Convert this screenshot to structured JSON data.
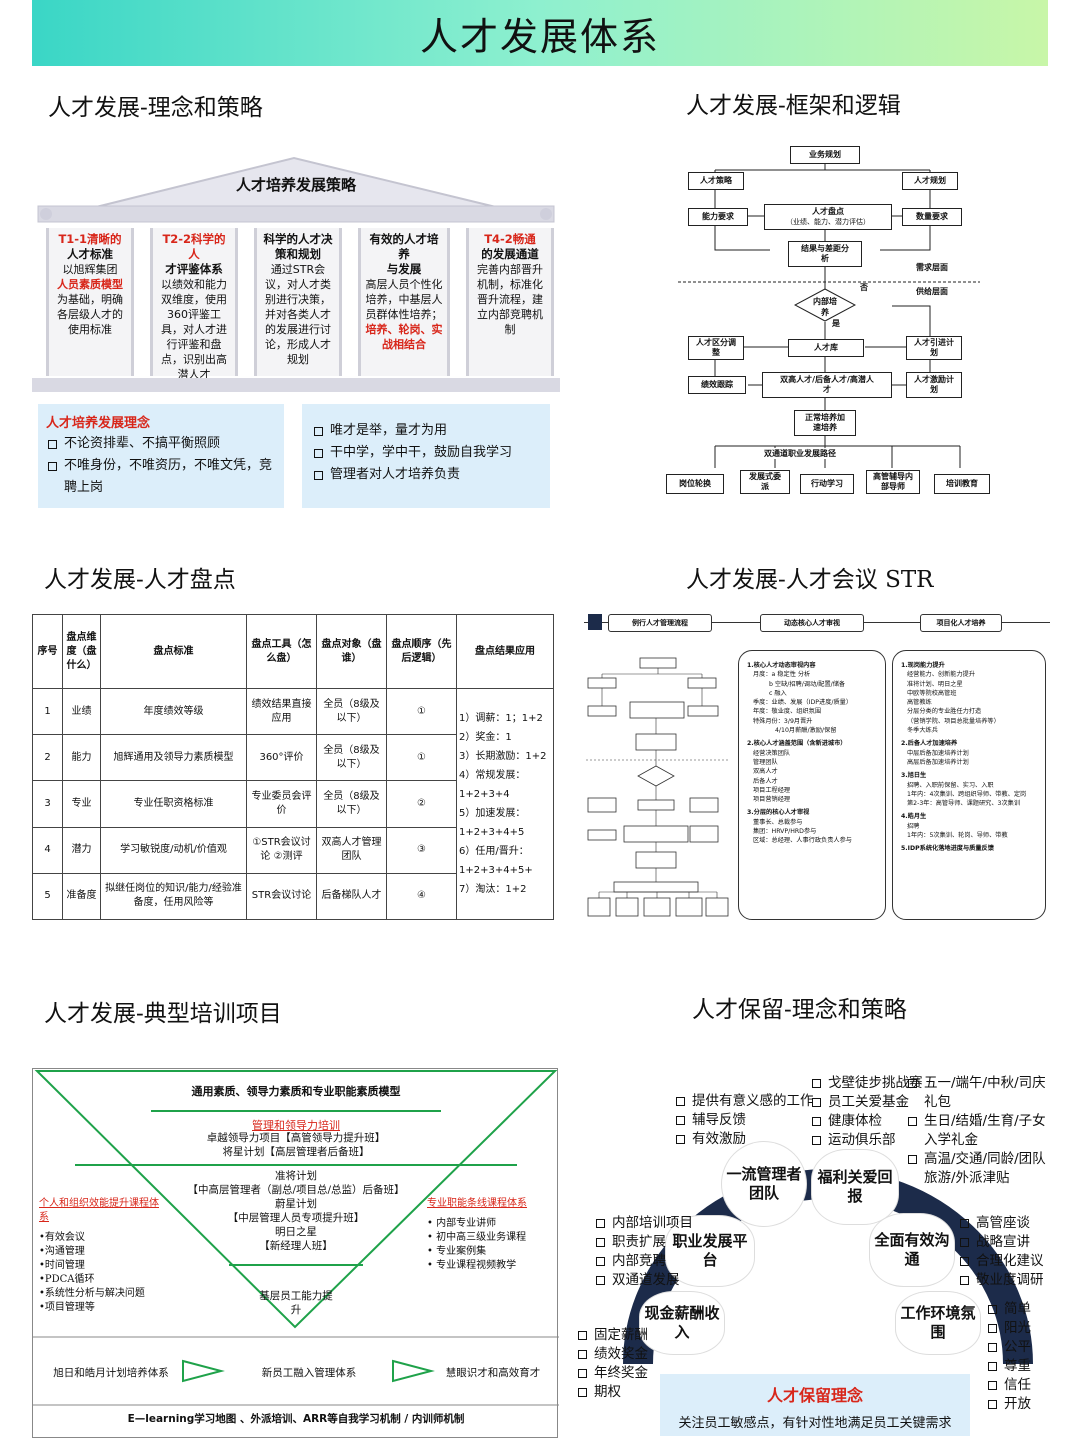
{
  "title": "人才发展体系",
  "sections": {
    "s1": "人才发展-理念和策略",
    "s2": "人才发展-框架和逻辑",
    "s3": "人才发展-人才盘点",
    "s4": "人才发展-人才会议 STR",
    "s5": "人才发展-典型培训项目",
    "s6": "人才保留-理念和策略"
  },
  "strategy": {
    "roof": "人才培养发展策略",
    "cols": [
      {
        "h1": "T1-1清晰的",
        "h2": "人才标准",
        "t1": "以旭辉集团",
        "r": "人员素质模型",
        "t2": "为基础，明确各层级人才的使用标准"
      },
      {
        "h1": "T2-2科学的人",
        "h2": "才评鉴体系",
        "t1": "以绩效和能力双维度，使用360评鉴工具，对人才进行评鉴和盘点，识别出高潜人才",
        "r": "",
        "t2": ""
      },
      {
        "h1": "科学的人才决",
        "h2": "策和规划",
        "t1": "通过STR会议，对人才类别进行决策，并对各类人才的发展进行讨论，形成人才规划",
        "r": "",
        "t2": ""
      },
      {
        "h1": "有效的人才培养",
        "h2": "与发展",
        "t1": "高层人员个性化培养，中基层人员群体性培养；",
        "r": "培养、轮岗、实战相结合",
        "t2": ""
      },
      {
        "h1": "T4-2畅通",
        "h2": "的发展通道",
        "t1": "完善内部晋升机制，标准化晋升流程，建立内部竞聘机制",
        "r": "",
        "t2": ""
      }
    ],
    "concept_title": "人才培养发展理念",
    "concept_left": [
      "不论资排辈、不搞平衡照顾",
      "不唯身份，不唯资历，不唯文凭，竞聘上岗"
    ],
    "concept_right": [
      "唯才是举，量才为用",
      "干中学，学中干，鼓励自我学习",
      "管理者对人才培养负责"
    ]
  },
  "flow": {
    "biz": "业务规划",
    "strategy": "人才策略",
    "plan": "人才规划",
    "ability": "能力要求",
    "inventory": "人才盘点",
    "inventory_sub": "（业绩、能力、潜力评估）",
    "qty": "数量要求",
    "gap": "结果与差距分析",
    "demand": "需求层面",
    "supply": "供给层面",
    "no": "否",
    "yes": "是",
    "inner": "内部培养",
    "classify": "人才区分调整",
    "pool": "人才库",
    "intro": "人才引进计划",
    "perf": "绩效跟踪",
    "dual": "双高人才/后备人才/高潜人才",
    "incent": "人才激励计划",
    "normal": "正常培养加速培养",
    "dual_path": "双通道职业发展路径",
    "bottom": [
      "岗位轮换",
      "发展式委派",
      "行动学习",
      "高管辅导内部导师",
      "培训教育"
    ]
  },
  "inv_table": {
    "headers": [
      "序号",
      "盘点维度（盘什么）",
      "盘点标准",
      "盘点工具（怎么盘）",
      "盘点对象（盘谁）",
      "盘点顺序（先后逻辑）",
      "盘点结果应用"
    ],
    "rows": [
      [
        "1",
        "业绩",
        "年度绩效等级",
        "绩效结果直接应用",
        "全员（8级及以下）",
        "①"
      ],
      [
        "2",
        "能力",
        "旭辉通用及领导力素质模型",
        "360°评价",
        "全员（8级及以下）",
        "①"
      ],
      [
        "3",
        "专业",
        "专业任职资格标准",
        "专业委员会评价",
        "全员（8级及以下）",
        "②"
      ],
      [
        "4",
        "潜力",
        "学习敏锐度/动机/价值观",
        "①STR会议讨论 ②测评",
        "双高人才管理团队",
        "③"
      ],
      [
        "5",
        "准备度",
        "拟继任岗位的知识/能力/经验准备度，任用风险等",
        "STR会议讨论",
        "后备梯队人才",
        "④"
      ]
    ],
    "result": [
      "1）调薪：1；1+2",
      "2）奖金：1",
      "3）长期激励：1+2",
      "4）常规发展：1+2+3+4",
      "5）加速发展：1+2+3+4+5",
      "6）任用/晋升：1+2+3+4+5+",
      "7）淘汰：1+2"
    ]
  },
  "str": {
    "tabs": [
      "例行人才管理流程",
      "动态核心人才审视",
      "项目化人才培养"
    ],
    "mid": [
      "1.核心人才动态审视内容",
      "月度：a 稳定性 分析",
      "b 空缺/招聘/调动/配置/储备",
      "c 融入",
      "季度：业绩、发展（IDP进度/质量）",
      "年度：敬业度、组织氛围",
      "特殊月份：3/9月晋升",
      "4/10月薪酬/激励/保留",
      "2.核心人才涵盖范围（含新进城市）",
      "经营决策团队",
      "管理团队",
      "双高人才",
      "后备人才",
      "项目工程经理",
      "项目营销经理",
      "3.分层的核心人才审视",
      "董事长、总裁参与",
      "集团：HRVP/HRD参与",
      "区域：总经理、人事行政负责人参与"
    ],
    "right": [
      "1.现岗能力提升",
      "经营能力、创新能力提升",
      "准将计划、明日之星",
      "中欧等院校高管班",
      "高管教练",
      "分层分类的专业胜任力打造",
      "（营销学院、项目总批量培养等）",
      "冬季大练兵",
      "2.后备人才加速培养",
      "中层后备加速培养计划",
      "高层后备加速培养计划",
      "3.旭日生",
      "招聘、入职前保留、实习、入职",
      "1年内：4次集训、跨组织导师、带教、定岗",
      "第2-3年：高管导师、课题研究、3次集训",
      "4.皓月生",
      "招聘",
      "1年内：5次集训、轮岗、导师、带教",
      "5.IDP系统化落地进度与质量反馈"
    ]
  },
  "training": {
    "top": "通用素质、领导力素质和专业职能素质模型",
    "mgmt": "管理和领导力培训",
    "l1": "卓越领导力项目【高管领导力提升班】",
    "l2": "将星计划【高层管理者后备班】",
    "l3": "准将计划",
    "l4": "【中高层管理者（副总/项目总/总监）后备班】",
    "l5": "蔚星计划",
    "l6": "【中层管理人员专项提升班】",
    "l7": "明日之星",
    "l8": "【新经理人班】",
    "base": "基层员工能力提升",
    "left_title": "个人和组织效能提升课程体系",
    "left_items": [
      "•有效会议",
      "•沟通管理",
      "•时间管理",
      "•PDCA循环",
      "•系统性分析与解决问题",
      "•项目管理等"
    ],
    "right_title": "专业职能条线课程体系",
    "right_items": [
      "• 内部专业讲师",
      "• 初中高三级业务课程",
      "• 专业案例集",
      "• 专业课程视频教学"
    ],
    "row": [
      "旭日和皓月计划培养体系",
      "新员工融入管理体系",
      "慧眼识才和高效育才"
    ],
    "bottom": "E—learning学习地图 、外派培训、ARR等自我学习机制 / 内训师机制"
  },
  "retention": {
    "nodes": [
      "一流管理者团队",
      "福利关爱回报",
      "职业发展平台",
      "全面有效沟通",
      "现金薪酬收入",
      "工作环境氛围"
    ],
    "g1": [
      "提供有意义感的工作",
      "辅导反馈",
      "有效激励"
    ],
    "g2": [
      "戈壁徒步挑战赛",
      "员工关爱基金",
      "健康体检",
      "运动俱乐部"
    ],
    "g3": [
      "五一/端午/中秋/司庆礼包",
      "生日/结婚/生育/子女入学礼金",
      "高温/交通/同龄/团队旅游/外派津贴"
    ],
    "g4": [
      "内部培训项目",
      "职责扩展",
      "内部竞聘",
      "双通道发展"
    ],
    "g5": [
      "高管座谈",
      "战略宣讲",
      "合理化建议",
      "敬业度调研"
    ],
    "g6": [
      "固定薪酬",
      "绩效奖金",
      "年终奖金",
      "期权"
    ],
    "g7": [
      "简单",
      "阳光",
      "公平",
      "尊重",
      "信任",
      "开放"
    ],
    "concept_title": "人才保留理念",
    "concept_text": "关注员工敏感点，有针对性地满足员工关键需求"
  },
  "colors": {
    "accent_red": "#d8261a",
    "banner_start": "#3ad6c6",
    "banner_end": "#c8f6a8",
    "panel_blue": "#dceefa",
    "arc_navy": "#1c2b4a",
    "triangle_green": "#1fa24a"
  }
}
